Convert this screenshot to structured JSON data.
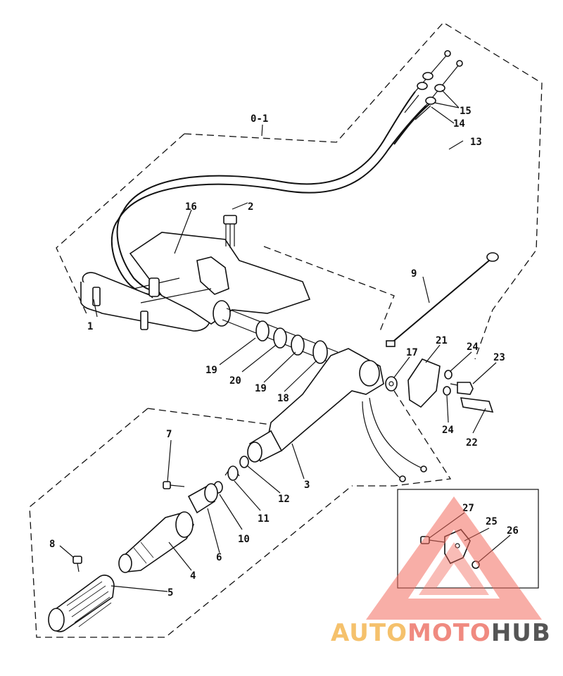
{
  "diagram": {
    "callouts": {
      "c01": "0-1",
      "c1": "1",
      "c2": "2",
      "c3": "3",
      "c4": "4",
      "c5": "5",
      "c6": "6",
      "c7": "7",
      "c8": "8",
      "c9": "9",
      "c10": "10",
      "c11": "11",
      "c12": "12",
      "c13": "13",
      "c14": "14",
      "c15": "15",
      "c16": "16",
      "c17": "17",
      "c18": "18",
      "c19a": "19",
      "c19b": "19",
      "c20": "20",
      "c21": "21",
      "c22": "22",
      "c23": "23",
      "c24a": "24",
      "c24b": "24",
      "c25": "25",
      "c26": "26",
      "c27": "27"
    },
    "watermark": {
      "part_a": "AUTO",
      "part_b": "MOTO",
      "part_c": "HUB",
      "color_a": "#f5c16c",
      "color_b": "#f08a80",
      "color_c": "#555555",
      "triangle_color": "#f26b5e"
    }
  }
}
